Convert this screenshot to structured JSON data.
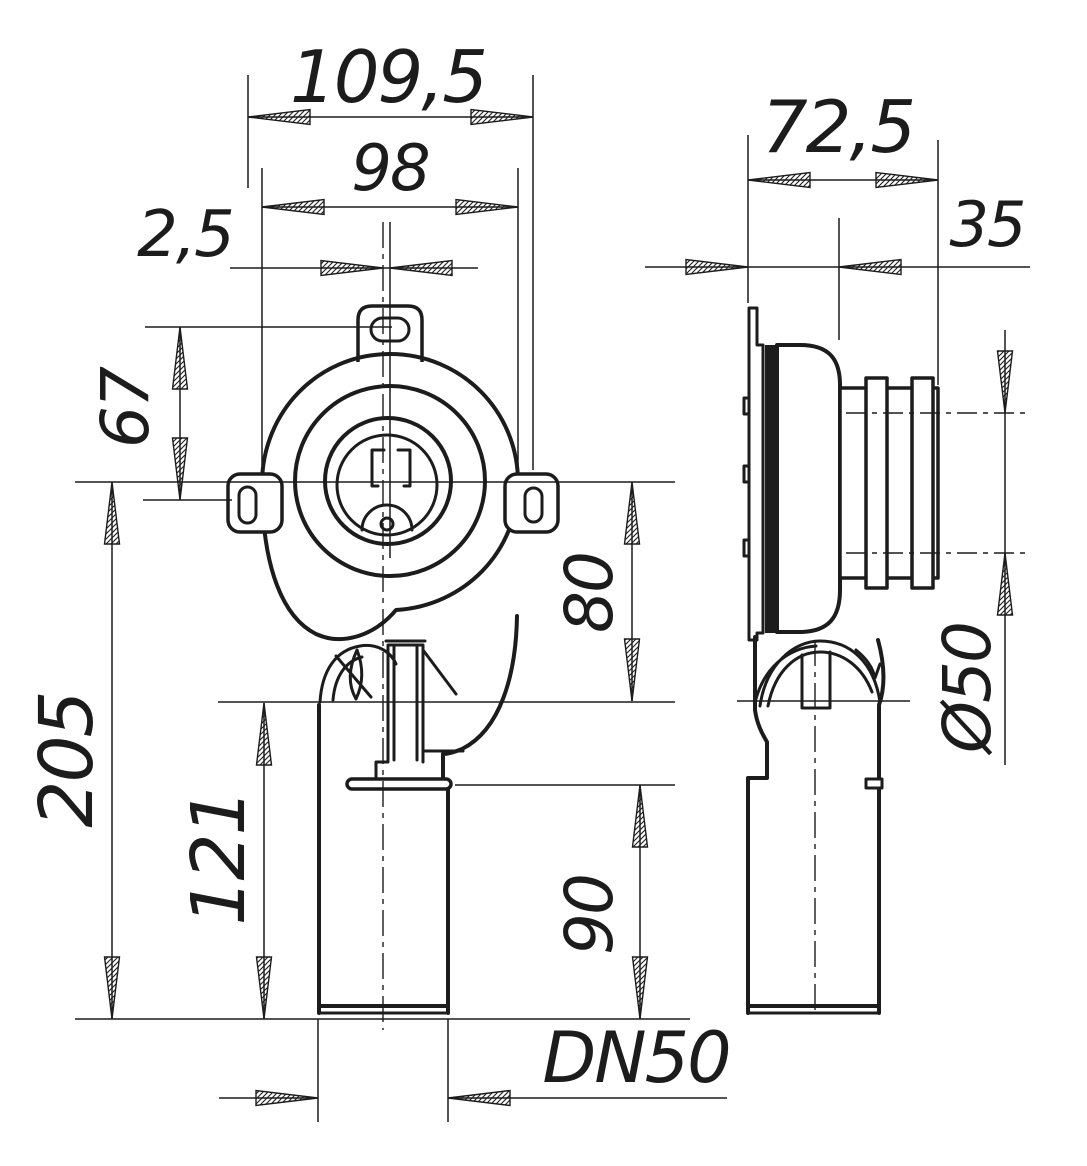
{
  "page": {
    "background": "#ffffff",
    "line_color": "#1c1c1c",
    "description": "Technical dimension drawing of a wall-mounted urinal siphon trap, front view and side view"
  },
  "drawing": {
    "views": [
      {
        "id": "front-view",
        "label": "front elevation with oval flange, three fixing tabs and vertical DN50 outlet pipe"
      },
      {
        "id": "side-view",
        "label": "side elevation with wall plate, gasket, ribbed outlet spigot and vertical pipe"
      }
    ],
    "dimensions": {
      "front": {
        "overall_width": "109,5",
        "flange_width": "98",
        "center_offset": "2,5",
        "tab_spacing_vertical": "67",
        "overall_height": "205",
        "lower_section_height": "121",
        "outlet_axis_drop": "80",
        "pipe_length": "90",
        "outlet_nominal_size": "DN50"
      },
      "side": {
        "overall_depth": "72,5",
        "body_projection": "35",
        "spigot_diameter": "Ø50"
      }
    }
  }
}
